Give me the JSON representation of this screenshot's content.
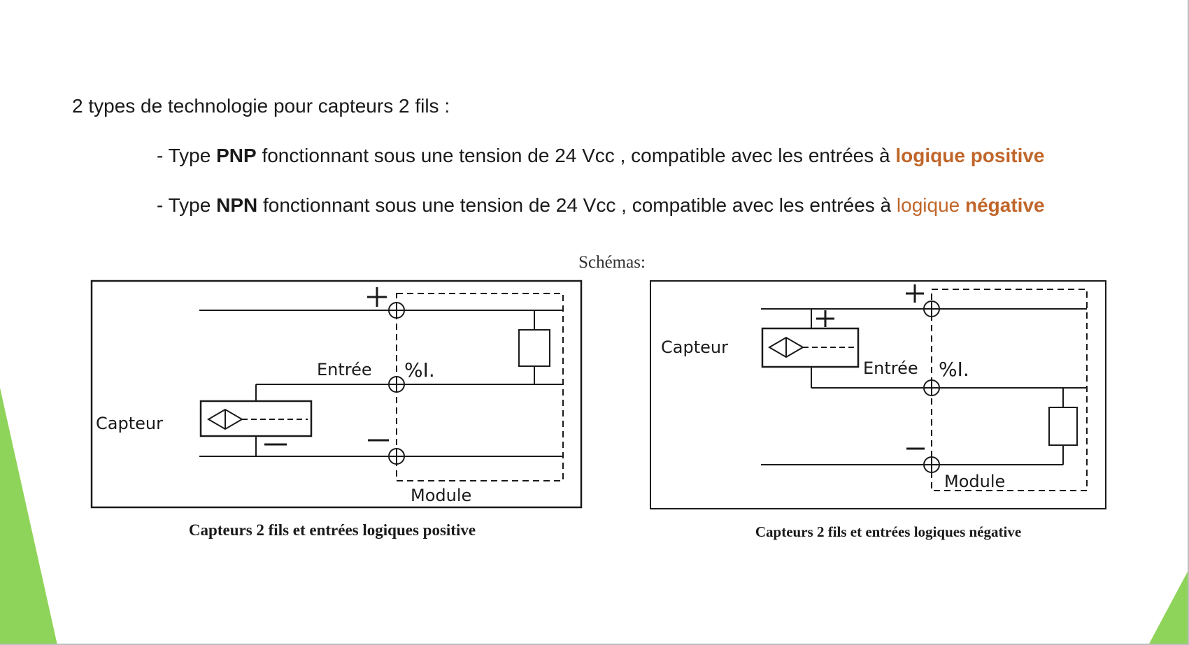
{
  "intro": "2 types de technologie pour capteurs 2 fils :",
  "bullets": [
    {
      "prefix": "- Type ",
      "type": "PNP",
      "text": " fonctionnant sous une tension de 24 Vcc , compatible avec les entrées à ",
      "logic_word": "logique",
      "logic_kind": "positive"
    },
    {
      "prefix": "- Type ",
      "type": "NPN",
      "text": " fonctionnant sous une tension de 24 Vcc , compatible avec les entrées à ",
      "logic_word": "logique",
      "logic_kind": "négative"
    }
  ],
  "schemas_label": "Schémas:",
  "diagrams": [
    {
      "plus": "+",
      "minus": "−",
      "sensor_minus": "−",
      "entree": "Entrée",
      "input_addr": "%I.",
      "capteur": "Capteur",
      "module": "Module",
      "caption": "Capteurs 2 fils et entrées logiques positive"
    },
    {
      "plus": "+",
      "minus": "−",
      "sensor_plus": "+",
      "entree": "Entrée",
      "input_addr": "%I.",
      "capteur": "Capteur",
      "module": "Module",
      "caption": "Capteurs 2 fils et entrées logiques négative"
    }
  ],
  "colors": {
    "accent": "#c0662a",
    "decor_green": "#8fd45a"
  }
}
